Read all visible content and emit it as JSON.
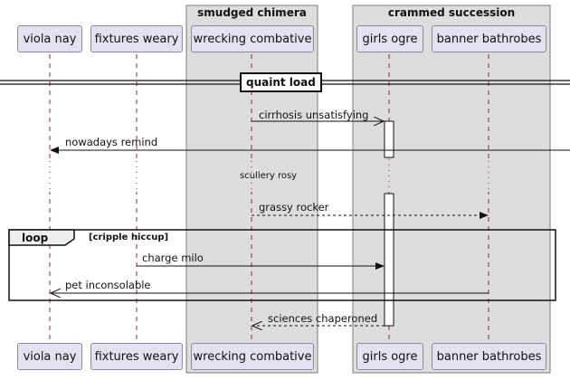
{
  "boxes": [
    {
      "title": "smudged chimera"
    },
    {
      "title": "crammed succession"
    }
  ],
  "participants": [
    {
      "label": "viola nay"
    },
    {
      "label": "fixtures weary"
    },
    {
      "label": "wrecking combative"
    },
    {
      "label": "girls ogre"
    },
    {
      "label": "banner bathrobes"
    }
  ],
  "divider": {
    "label": "quaint load"
  },
  "messages": [
    {
      "label": "cirrhosis unsatisfying"
    },
    {
      "label": "nowadays remind"
    },
    {
      "label": "grassy rocker"
    },
    {
      "label": "charge milo"
    },
    {
      "label": "pet inconsolable"
    },
    {
      "label": "sciences chaperoned"
    }
  ],
  "delay": {
    "label": "scullery rosy"
  },
  "loop": {
    "keyword": "loop",
    "condition": "[cripple hiccup]"
  },
  "colors": {
    "box_fill": "#dddddd",
    "participant_fill": "#e2e2f0",
    "lifeline": "#8a2b2b"
  }
}
